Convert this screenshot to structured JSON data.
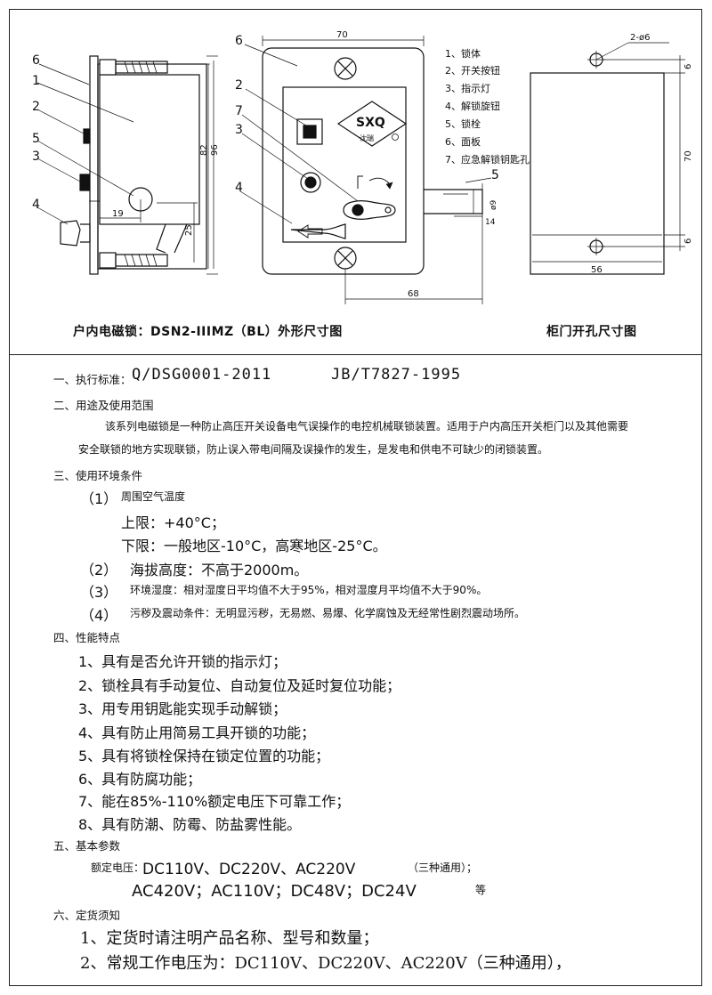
{
  "drawing": {
    "side_view": {
      "callouts": [
        "6",
        "1",
        "2",
        "5",
        "3",
        "4"
      ],
      "dim_19": "19",
      "dim_25": "25",
      "dim_82": "82",
      "dim_96": "96"
    },
    "front_view": {
      "callouts": [
        "6",
        "2",
        "7",
        "3",
        "4",
        "5"
      ],
      "dim_70": "70",
      "dim_68": "68",
      "dim_phi9": "ø9",
      "dim_14": "14",
      "logo_text": "SXQ",
      "logo_subtext": "沈瑞"
    },
    "legend": [
      "1、锁体",
      "2、开关按钮",
      "3、指示灯",
      "4、解锁旋钮",
      "5、锁栓",
      "6、面板",
      "7、应急解锁钥匙孔"
    ],
    "cutout_view": {
      "hole_label": "2-ø6",
      "dim_6_top": "6",
      "dim_70": "70",
      "dim_6_bottom": "6",
      "dim_56": "56"
    },
    "caption_left": "户内电磁锁：DSN2-IIIMZ（BL）外形尺寸图",
    "caption_right": "柜门开孔尺寸图"
  },
  "spec": {
    "s1_label": "一、执行标准：",
    "s1_standard_a": "Q/DSG0001-2011",
    "s1_standard_b": "JB/T7827-1995",
    "s2_label": "二、用途及使用范围",
    "s2_line1": "该系列电磁锁是一种防止高压开关设备电气误操作的电控机械联锁装置。适用于户内高压开关柜门以及其他需要",
    "s2_line2": "安全联锁的地方实现联锁，防止误入带电间隔及误操作的发生，是发电和供电不可缺少的闭锁装置。",
    "s3_label": "三、使用环境条件",
    "s3_1_num": "（1）",
    "s3_1_text": "周围空气温度",
    "s3_1_upper": "上限：+40°C；",
    "s3_1_lower": "下限：一般地区-10°C，高寒地区-25°C。",
    "s3_2_num": "（2）",
    "s3_2_text": "海拔高度：不高于2000m。",
    "s3_3_num": "（3）",
    "s3_3_text": "环境湿度：相对湿度日平均值不大于95%，相对湿度月平均值不大于90%。",
    "s3_4_num": "（4）",
    "s3_4_text": "污秽及震动条件：无明显污秽，无易燃、易爆、化学腐蚀及无经常性剧烈震动场所。",
    "s4_label": "四、性能特点",
    "s4_items": [
      "1、具有是否允许开锁的指示灯；",
      "2、锁栓具有手动复位、自动复位及延时复位功能；",
      "3、用专用钥匙能实现手动解锁；",
      "4、具有防止用简易工具开锁的功能；",
      "5、具有将锁栓保持在锁定位置的功能；",
      "6、具有防腐功能；",
      "7、能在85%-110%额定电压下可靠工作；",
      "8、具有防潮、防霉、防盐雾性能。"
    ],
    "s5_label": "五、基本参数",
    "s5_voltage_label": "额定电压：",
    "s5_voltage_line1": "DC110V、DC220V、AC220V",
    "s5_voltage_note": "（三种通用）；",
    "s5_voltage_line2": "AC420V；AC110V；DC48V；DC24V",
    "s5_voltage_suffix": "等",
    "s6_label": "六、定货须知",
    "s6_items": [
      "1、定货时请注明产品名称、型号和数量；",
      "2、常规工作电压为：DC110V、DC220V、AC220V（三种通用），"
    ]
  }
}
